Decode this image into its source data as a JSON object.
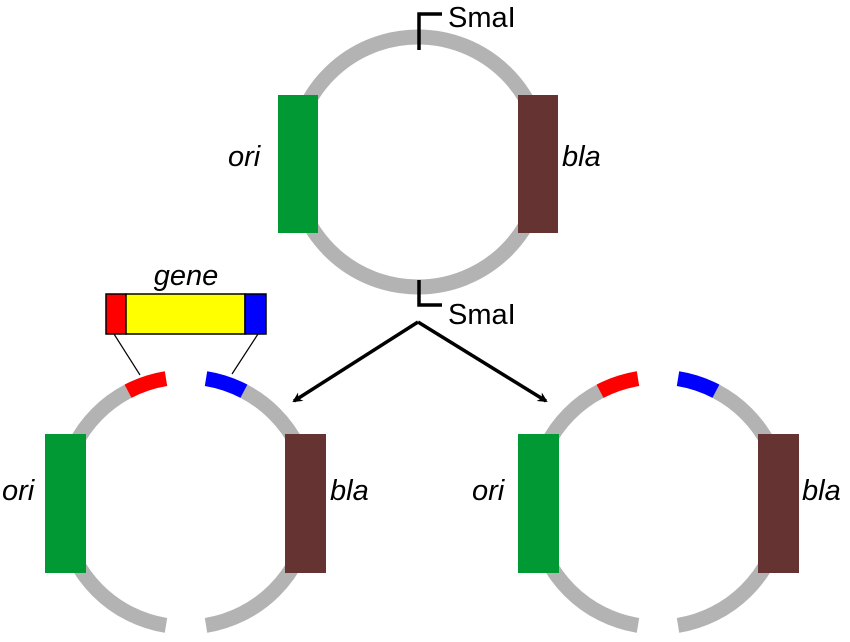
{
  "colors": {
    "backbone": "#b3b3b3",
    "ori": "#009933",
    "bla": "#663333",
    "insert_left": "#ff0000",
    "insert_right": "#0000ff",
    "gene": "#ffff00"
  },
  "top_plasmid": {
    "ori_label": "ori",
    "bla_label": "bla",
    "site_top": "SmaI",
    "site_bottom": "SmaI"
  },
  "left_plasmid": {
    "ori_label": "ori",
    "bla_label": "bla",
    "gene_label": "gene"
  },
  "right_plasmid": {
    "ori_label": "ori",
    "bla_label": "bla"
  }
}
